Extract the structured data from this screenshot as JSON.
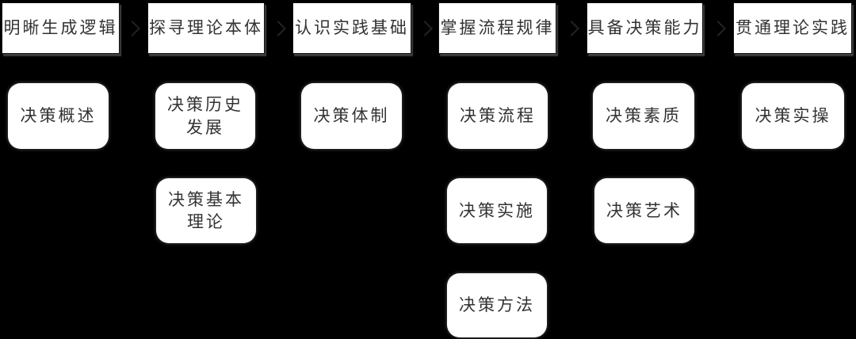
{
  "diagram": {
    "columns": [
      {
        "header": "明晰生成逻辑",
        "children": [
          "决策概述"
        ]
      },
      {
        "header": "探寻理论本体",
        "children": [
          "决策历史\n发展",
          "决策基本\n理论"
        ]
      },
      {
        "header": "认识实践基础",
        "children": [
          "决策体制"
        ]
      },
      {
        "header": "掌握流程规律",
        "children": [
          "决策流程",
          "决策实施",
          "决策方法"
        ]
      },
      {
        "header": "具备决策能力",
        "children": [
          "决策素质",
          "决策艺术"
        ]
      },
      {
        "header": "贯通理论实践",
        "children": [
          "决策实操"
        ]
      }
    ],
    "colors": {
      "background": "#000000",
      "box_fill": "#ffffff",
      "text": "#333333",
      "arrow": "#232323"
    }
  }
}
